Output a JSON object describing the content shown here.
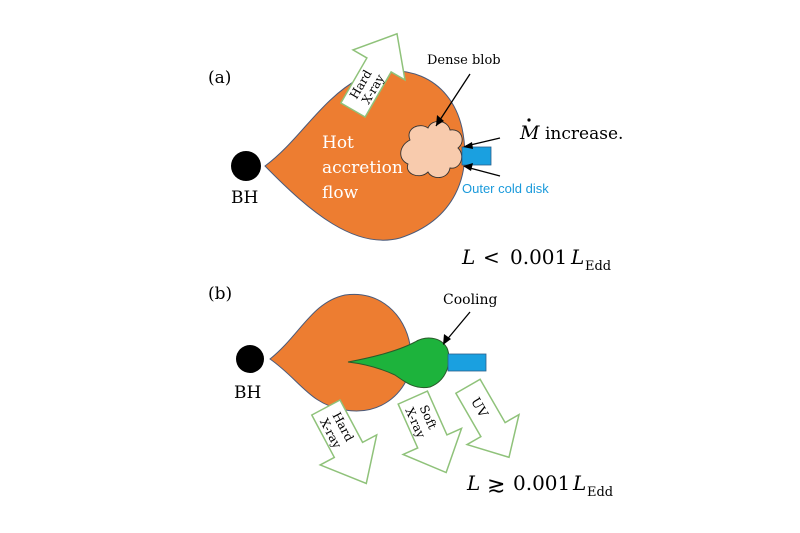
{
  "panel_a": {
    "label": "(a)",
    "bh_label": "BH",
    "flow_label_line1": "Hot",
    "flow_label_line2": "accretion",
    "flow_label_line3": "flow",
    "blob_label": "Dense blob",
    "arrow_label_line1": "Hard",
    "arrow_label_line2": "X-ray",
    "mdot_symbol": "M",
    "mdot_text": "increase.",
    "disk_label": "Outer cold disk",
    "lum_L": "L",
    "lum_relation": "<",
    "lum_value": "0.001",
    "lum_L2": "L",
    "lum_sub": "Edd"
  },
  "panel_b": {
    "label": "(b)",
    "bh_label": "BH",
    "cooling_label": "Cooling",
    "hard_line1": "Hard",
    "hard_line2": "X-ray",
    "soft_line1": "Soft",
    "soft_line2": "X-ray",
    "uv_label": "UV",
    "lum_L": "L",
    "lum_relation": "≳",
    "lum_value": "0.001",
    "lum_L2": "L",
    "lum_sub": "Edd"
  },
  "colors": {
    "hot_flow": "#ED7D31",
    "blob": "#F8CBAD",
    "cold_disk": "#1AA0E0",
    "cooling": "#1DB33C",
    "arrow_fill": "#ffffff",
    "arrow_stroke": "#8FC27A",
    "disk_text": "#1A9ADB"
  }
}
